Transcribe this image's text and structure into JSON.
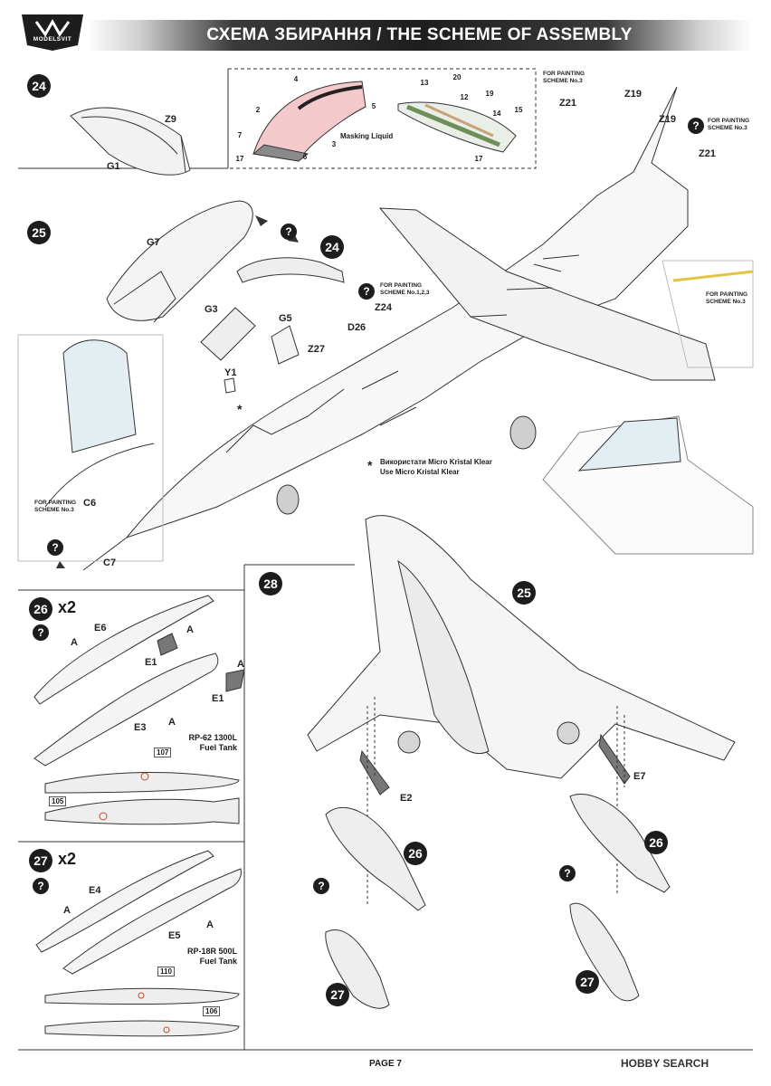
{
  "header": {
    "title": "СХЕМА ЗБИРАННЯ / THE SCHEME OF ASSEMBLY",
    "logo_text": "MODELSVIT"
  },
  "steps": {
    "s24": "24",
    "s25": "25",
    "s26": "26",
    "s27": "27",
    "s28": "28",
    "x2": "x2",
    "ref24": "24",
    "ref25": "25",
    "ref26a": "26",
    "ref26b": "26",
    "ref27a": "27",
    "ref27b": "27"
  },
  "qmark": "?",
  "parts": {
    "g1": "G1",
    "z9": "Z9",
    "g7": "G7",
    "g3": "G3",
    "g5": "G5",
    "y1": "Y1",
    "z27": "Z27",
    "d26": "D26",
    "z24": "Z24",
    "z19a": "Z19",
    "z19b": "Z19",
    "z21a": "Z21",
    "z21b": "Z21",
    "c6": "C6",
    "c7": "C7",
    "e6": "E6",
    "e1a": "E1",
    "e1b": "E1",
    "e3": "E3",
    "a1": "A",
    "a2": "A",
    "a3": "A",
    "a4": "A",
    "a5": "A",
    "a6": "A",
    "e4": "E4",
    "e5": "E5",
    "e2": "E2",
    "e7": "E7",
    "star": "*"
  },
  "callouts": [
    "4",
    "2",
    "7",
    "17",
    "3",
    "6",
    "5",
    "13",
    "20",
    "12",
    "19",
    "14",
    "15",
    "17"
  ],
  "masking_liquid": "Masking Liquid",
  "painting": {
    "scheme3a": "FOR PAINTING\nSCHEME No.3",
    "scheme3b": "FOR PAINTING\nSCHEME No.3",
    "scheme3c": "FOR PAINTING\nSCHEME No.3",
    "scheme123": "FOR PAINTING\nSCHEME No.1,2,3",
    "scheme3d": "FOR PAINTING\nSCHEME No.3"
  },
  "kristal_note": {
    "ua": "Використати Micro Kristal Klear",
    "en": "Use Micro Kristal Klear"
  },
  "tanks": {
    "t26_caption": "RP-62 1300L\nFuel Tank",
    "t26_n1": "107",
    "t26_n2": "105",
    "t27_caption": "RP-18R 500L\nFuel Tank",
    "t27_n1": "110",
    "t27_n2": "106"
  },
  "footer": {
    "page": "PAGE 7",
    "watermark": "HOBBY SEARCH"
  }
}
